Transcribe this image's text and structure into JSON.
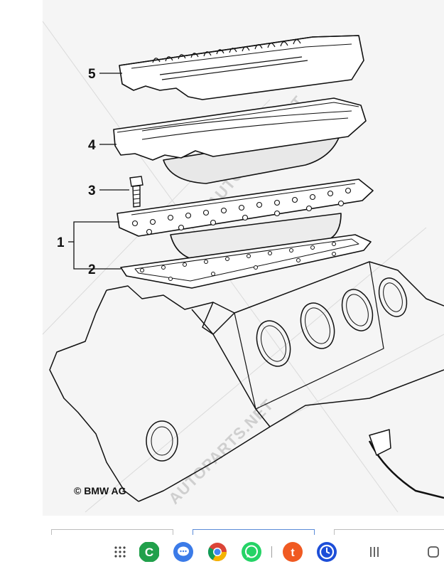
{
  "diagram": {
    "copyright": "© BMW AG",
    "watermark": "AUTOPARTS.NET",
    "callouts": [
      {
        "number": "5"
      },
      {
        "number": "4"
      },
      {
        "number": "3"
      },
      {
        "number": "1"
      },
      {
        "number": "2"
      }
    ]
  },
  "navbar": {
    "apps": [
      {
        "icon": "app-drawer-icon"
      },
      {
        "icon": "phone-app-icon",
        "color": "#21a04b"
      },
      {
        "icon": "messages-app-icon",
        "color": "#3b7be8"
      },
      {
        "icon": "chrome-app-icon"
      },
      {
        "icon": "whatsapp-app-icon",
        "color": "#25d366"
      },
      {
        "icon": "truecaller-app-icon",
        "color": "#f05a22"
      },
      {
        "icon": "clock-app-icon",
        "color": "#1d4ed8"
      }
    ],
    "buttons": [
      {
        "icon": "recents-icon"
      },
      {
        "icon": "home-icon"
      }
    ]
  }
}
